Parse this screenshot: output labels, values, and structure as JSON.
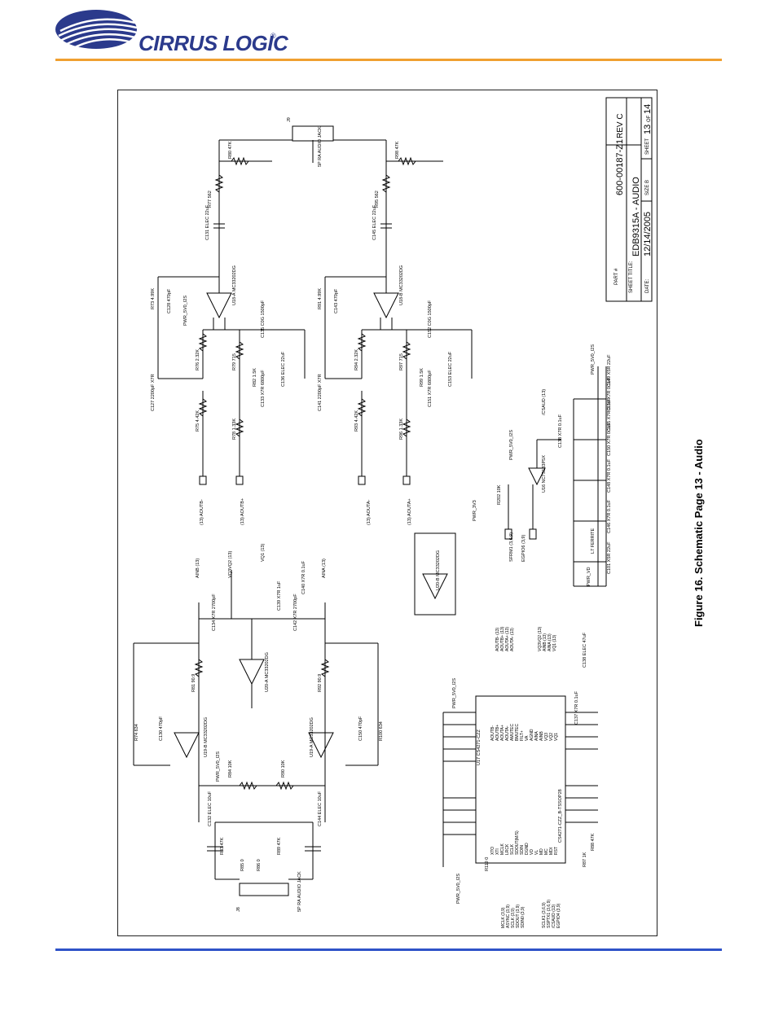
{
  "header": {
    "company": "CIRRUS LOGIC",
    "registered_mark": "®",
    "colors": {
      "logo_blue": "#2b3a8c",
      "top_rule": "#f0a030",
      "bottom_rule": "#2f52c8"
    }
  },
  "caption": "Figure 16. Schematic Page 13 - Audio",
  "title_block": {
    "part_label": "PART #",
    "part_number": "600-00187-Z1",
    "rev": "REV C",
    "sheet_title_label": "SHEET TITLE:",
    "sheet_title": "EDB9315A - AUDIO",
    "date_label": "DATE:",
    "date": "12/14/2005",
    "size_label": "SIZE B",
    "sheet_label": "SHEET",
    "sheet_number": "13",
    "sheet_of": "OF",
    "sheet_total": "14"
  },
  "labels": {
    "j9": "J9",
    "j9_desc": "5P RA AUDIO JACK",
    "j8": "J8",
    "j8_desc": "5P RA AUDIO JACK",
    "r80": "R80 47K",
    "r98": "R98 47K",
    "r77": "R77 562",
    "r95": "R95 562",
    "c131": "C131 ELEC 22uF",
    "c145": "C145 ELEC 22uF",
    "u18a": "U18-A MC33202DG",
    "u18b": "U18-B MC33202DG",
    "r73": "R73 4.99K",
    "r91": "R91 4.99K",
    "c128": "C128 470pF",
    "c143": "C143 470pF",
    "pwr5v0_i2s": "PWR_5V0_I2S",
    "r76": "R76 2.32K",
    "r94": "R94 2.32K",
    "r79": "R79 715",
    "r97": "R97 715",
    "c135": "C135 C0G 1500pF",
    "c152": "C152 C0G 1500pF",
    "r82": "R82 1.5K",
    "r99": "R99 1.5K",
    "c136": "C136 ELEC 22uF",
    "c153": "C153 ELEC 22uF",
    "c127": "C127 2200pF X7R",
    "c141": "C141 2200pF X7R",
    "r75": "R75 4.42K",
    "r93": "R93 4.42K",
    "r78": "R78 1.33K",
    "r96": "R96 1.33K",
    "c133": "C133 X7R 6800pF",
    "c151": "C151 X7R 6800pF",
    "aoutb_minus": "(13) AOUTB-",
    "aoutb_plus": "(13) AOUTB+",
    "aouta_minus": "(13) AOUTA-",
    "aouta_plus": "(13) AOUTA+",
    "csaud": "/CSAUD (13)",
    "c138": "C138 X7R 0.1uF",
    "u16": "U16 NC7S133P5X",
    "r202": "R202 10K",
    "pwr3v3": "PWR_3V3",
    "sfrm": "SFRM1 (3,6,9)",
    "egpio6": "EGPIO6 (3,9)",
    "ainb": "AINB (13)",
    "vq3vq2": "VQ3VQ2 (13)",
    "vq1": "VQ1 (13)",
    "aina": "AINA (13)",
    "c134": "C134 X7R 2700pF",
    "c142": "C142 X7R 2700pF",
    "c139": "C139 X7R 1uF",
    "c140": "C140 X7R 0.1uF",
    "u20a": "U20-A MC33202DG",
    "u20b": "U20-B MC33202DG",
    "u19a": "U19-A MC33202DG",
    "u19b": "U19-B MC33202DG",
    "r74": "R74 634",
    "r100": "R100 634",
    "r81": "R81 90.9",
    "r92": "R92 90.9",
    "c130": "C130 470pF",
    "c150": "C150 470pF",
    "r84": "R84 10K",
    "r90": "R90 10K",
    "c132": "C132 ELEC 10uF",
    "c144": "C144 ELEC 10uF",
    "r83": "R83 47K",
    "r89": "R89 47K",
    "r85": "R85 0",
    "r86": "R86 0",
    "pwr_vd": "PWR_VD",
    "l7": "L7 FERRITE",
    "c101": "C101 X5R 22uF",
    "c146": "C146 X7R 0.1uF",
    "c148": "C148 X7R 0.1uF",
    "c150b": "C150 X7R 0.1uF",
    "c155": "C155 X7R 0.1uF",
    "c159": "C159 X7R 0.1uF",
    "c149": "C149 X5R 22uF",
    "u17": "U17 CS4271-CZZ",
    "u17_part": "CS4271-CZZ_B-TSSOP28",
    "u17_pins_left": [
      "XTO",
      "XTI",
      "MCLK",
      "LRCK",
      "SCLK",
      "SDOUT(M/S)",
      "SDIN",
      "DGND",
      "VD",
      "VL",
      "MD",
      "MC",
      "MDI",
      "RST"
    ],
    "u17_pins_right": [
      "AOUTB-",
      "AOUTB+",
      "AOUTA+",
      "AOUTA-",
      "AMUTEC",
      "BMUTEC",
      "FILT+",
      "VA",
      "AGND",
      "AINA",
      "AINB",
      "VQ3",
      "VQ2",
      "VQ1"
    ],
    "aout_signals": [
      "AOUTB- (13)",
      "AOUTB+ (13)",
      "AOUTA+ (13)",
      "AOUTA- (13)"
    ],
    "vq_signals": [
      "VQ3VQ2 (13)",
      "AINB (13)",
      "AINA (13)",
      "VQ1 (13)"
    ],
    "c137": "C137 X7R 0.1uF",
    "c138b": "C138 ELEC 47uF",
    "r119": "R119 0",
    "r88": "R88 47K",
    "r87": "R87 1K",
    "left_signals": [
      "MCLK (3,9)",
      "ASYNC (3,9)",
      "SCLK (3,9)",
      "SDOUT (3,9)",
      "SDIN0 (3,9)"
    ],
    "ctrl_signals": [
      "SCLK1 (3,6,9)",
      "SSPTX1 (3,6,9)",
      "/CSAUD (13)",
      "EGPIO4 (3,9)"
    ]
  }
}
